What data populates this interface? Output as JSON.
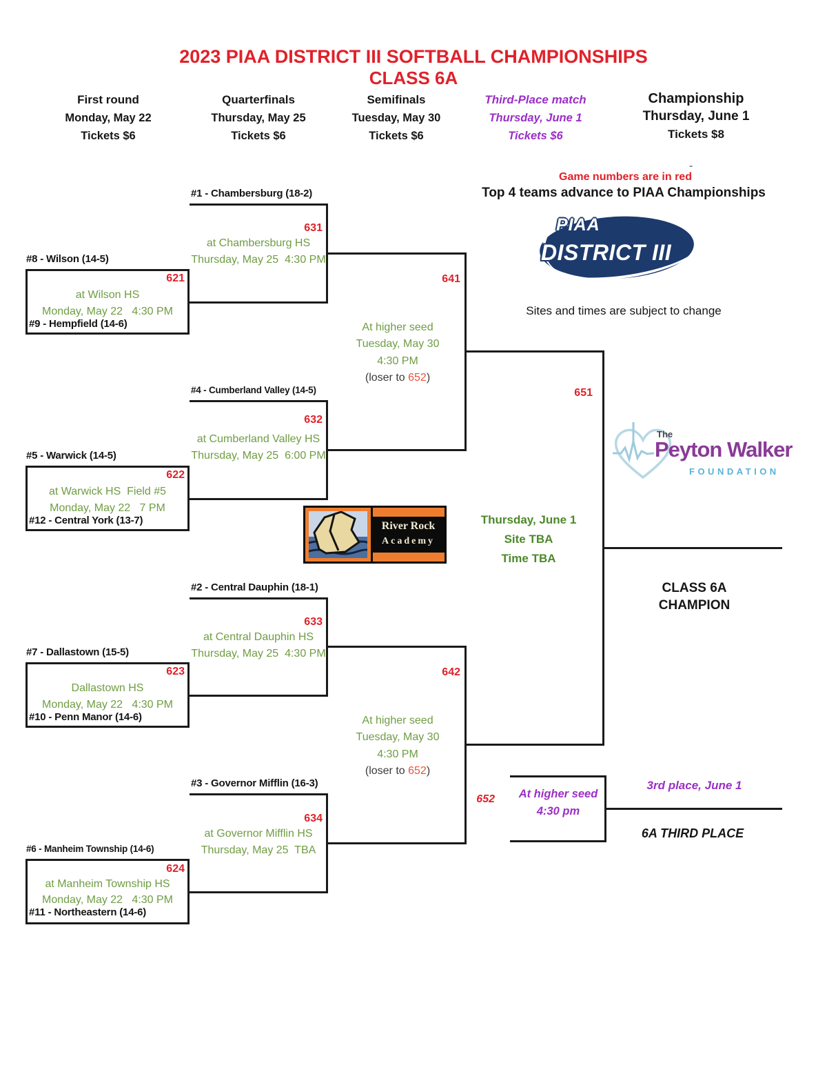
{
  "title": {
    "line1": "2023 PIAA DISTRICT III SOFTBALL CHAMPIONSHIPS",
    "line2": "CLASS 6A"
  },
  "rounds": [
    {
      "name": "First round",
      "date": "Monday, May 22",
      "tickets": "Tickets $6"
    },
    {
      "name": "Quarterfinals",
      "date": "Thursday, May 25",
      "tickets": "Tickets $6"
    },
    {
      "name": "Semifinals",
      "date": "Tuesday, May 30",
      "tickets": "Tickets $6"
    },
    {
      "name": "Third-Place match",
      "date": "Thursday, June 1",
      "tickets": "Tickets $6"
    },
    {
      "name": "Championship",
      "date": "Thursday, June 1",
      "tickets": "Tickets $8"
    }
  ],
  "notes": {
    "game_numbers": "Game numbers are in red",
    "advance": "Top 4 teams advance to PIAA Championships",
    "sites": "Sites and times are subject to change",
    "dash": "-"
  },
  "games": {
    "g621": {
      "number": "621",
      "team_top": "#8 - Wilson (14-5)",
      "team_bottom": "#9 - Hempfield (14-6)",
      "venue": "at Wilson HS",
      "when": "Monday, May 22   4:30 PM"
    },
    "g622": {
      "number": "622",
      "team_top": "#5 - Warwick (14-5)",
      "team_bottom": "#12 - Central York (13-7)",
      "venue": "at Warwick HS  Field #5",
      "when": "Monday, May 22   7 PM"
    },
    "g623": {
      "number": "623",
      "team_top": "#7 - Dallastown (15-5)",
      "team_bottom": "#10 - Penn Manor (14-6)",
      "venue": "Dallastown HS",
      "when": "Monday, May 22   4:30 PM"
    },
    "g624": {
      "number": "624",
      "team_top": "#6 - Manheim Township (14-6)",
      "team_bottom": "#11 - Northeastern (14-6)",
      "venue": "at Manheim Township HS",
      "when": "Monday, May 22   4:30 PM"
    },
    "g631": {
      "number": "631",
      "team_top": "#1 - Chambersburg (18-2)",
      "venue": "at Chambersburg HS",
      "when": "Thursday, May 25  4:30 PM"
    },
    "g632": {
      "number": "632",
      "team_top": "#4 - Cumberland Valley (14-5)",
      "venue": "at Cumberland Valley HS",
      "when": "Thursday, May 25  6:00 PM"
    },
    "g633": {
      "number": "633",
      "team_top": "#2 - Central Dauphin (18-1)",
      "venue": "at Central Dauphin HS",
      "when": "Thursday, May 25  4:30 PM"
    },
    "g634": {
      "number": "634",
      "team_top": "#3 - Governor Mifflin (16-3)",
      "venue": "at Governor Mifflin HS",
      "when": "Thursday, May 25  TBA"
    },
    "g641": {
      "number": "641",
      "venue": "At higher seed",
      "date": "Tuesday, May 30",
      "time": "4:30 PM",
      "loser_pre": "(loser to ",
      "loser_num": "652",
      "loser_post": ")"
    },
    "g642": {
      "number": "642",
      "venue": "At higher seed",
      "date": "Tuesday, May 30",
      "time": "4:30 PM",
      "loser_pre": "(loser to ",
      "loser_num": "652",
      "loser_post": ")"
    },
    "g651": {
      "number": "651",
      "date": "Thursday, June 1",
      "site": "Site TBA",
      "time": "Time TBA"
    },
    "g652": {
      "number": "652",
      "venue": "At higher seed",
      "time": "4:30 pm"
    }
  },
  "labels": {
    "champion1": "CLASS 6A",
    "champion2": "CHAMPION",
    "third_note": "3rd place, June 1",
    "third_label": "6A THIRD PLACE"
  },
  "logos": {
    "piaa": {
      "top": "PIAA",
      "bottom": "DISTRICT III"
    },
    "river_rock": {
      "line1": "River Rock",
      "line2": "Academy"
    },
    "peyton": {
      "the": "The",
      "name": "Peyton Walker",
      "foundation": "FOUNDATION"
    }
  },
  "colors": {
    "red": "#e0212a",
    "green": "#6f9d43",
    "green_bold": "#4c8929",
    "purple": "#9a2fc6",
    "navy": "#1d3a6d",
    "orange": "#ee7d2f"
  }
}
